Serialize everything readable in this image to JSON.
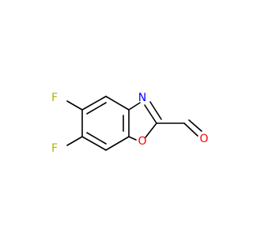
{
  "molecule": {
    "atoms": {
      "f_upper": {
        "symbol": "F",
        "color": "#b3b300"
      },
      "f_lower": {
        "symbol": "F",
        "color": "#b3b300"
      },
      "n_ring": {
        "symbol": "N",
        "color": "#0000ff"
      },
      "o_ring": {
        "symbol": "O",
        "color": "#ff0000"
      },
      "o_carbonyl": {
        "symbol": "O",
        "color": "#ff0000"
      }
    },
    "bond_color": "#000000"
  }
}
